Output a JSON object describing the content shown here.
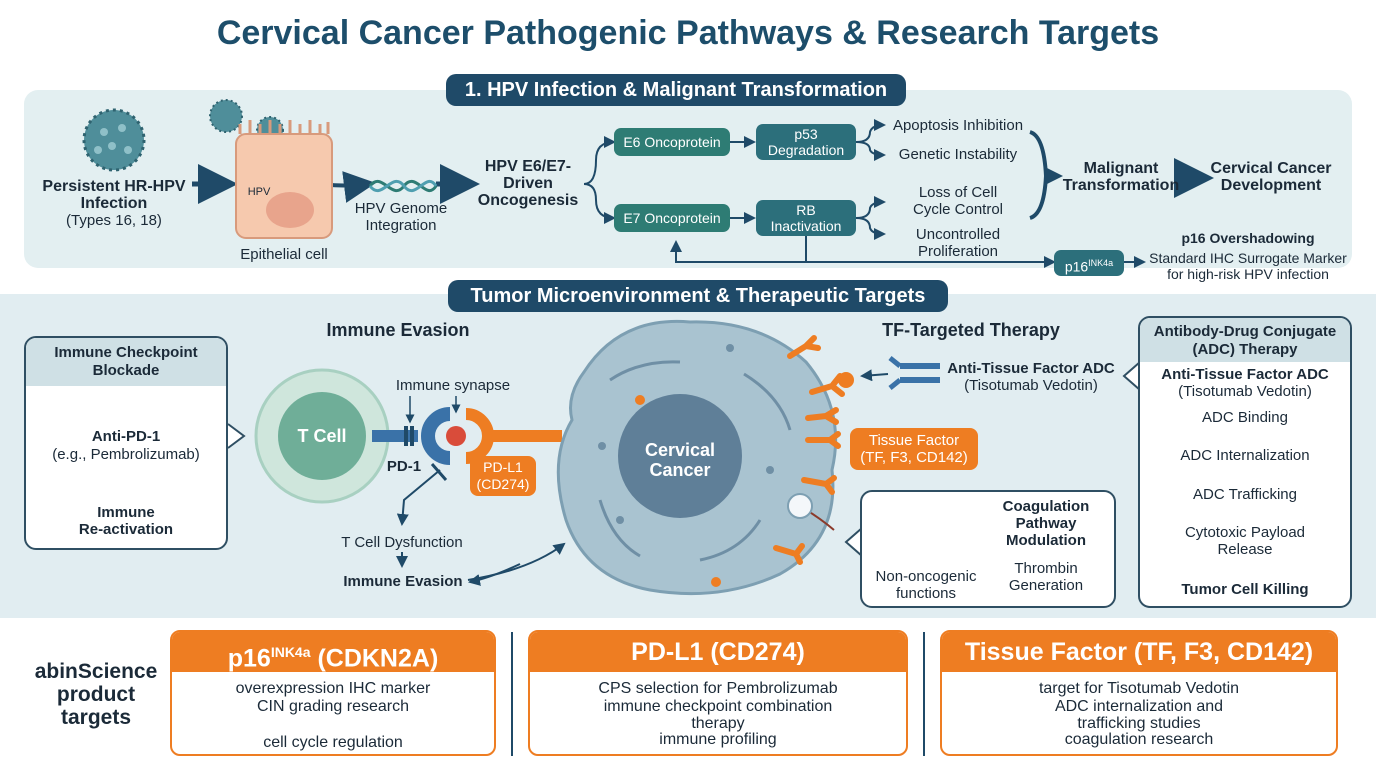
{
  "title": "Cervical Cancer Pathogenic Pathways & Research Targets",
  "section1": {
    "header": "1. HPV Infection & Malignant Transformation",
    "persistent_line1": "Persistent HR-HPV",
    "persistent_line2": "Infection",
    "persistent_line3": "(Types 16, 18)",
    "hpv_label": "HPV",
    "epithelial_cell": "Epithelial cell",
    "genome_line1": "HPV Genome",
    "genome_line2": "Integration",
    "oncogenesis_line1": "HPV E6/E7-",
    "oncogenesis_line2": "Driven",
    "oncogenesis_line3": "Oncogenesis",
    "e6": "E6 Oncoprotein",
    "e7": "E7 Oncoprotein",
    "p53_line1": "p53",
    "p53_line2": "Degradation",
    "rb_line1": "RB",
    "rb_line2": "Inactivation",
    "apoptosis": "Apoptosis Inhibition",
    "genetic": "Genetic Instability",
    "loss_line1": "Loss of Cell",
    "loss_line2": "Cycle Control",
    "uncontrolled_line1": "Uncontrolled",
    "uncontrolled_line2": "Proliferation",
    "malignant_line1": "Malignant",
    "malignant_line2": "Transformation",
    "development_line1": "Cervical Cancer",
    "development_line2": "Development",
    "p16_box": "p16",
    "p16_box_sup": "INK4a",
    "p16_title": "p16 Overshadowing",
    "p16_line1": "Standard IHC Surrogate Marker",
    "p16_line2": "for high-risk HPV infection"
  },
  "section2": {
    "header": "Tumor Microenvironment & Therapeutic Targets",
    "immune_evasion_title": "Immune Evasion",
    "tf_title": "TF-Targeted Therapy",
    "checkpoint_head_line1": "Immune Checkpoint",
    "checkpoint_head_line2": "Blockade",
    "anti_pd1": "Anti-PD-1",
    "anti_pd1_example": "(e.g., Pembrolizumab)",
    "reactivation_line1": "Immune",
    "reactivation_line2": "Re-activation",
    "tcell": "T Cell",
    "synapse": "Immune synapse",
    "pd1": "PD-1",
    "pdl1_line1": "PD-L1",
    "pdl1_line2": "(CD274)",
    "dysfunction": "T Cell Dysfunction",
    "evasion": "Immune Evasion",
    "cancer_line1": "Cervical",
    "cancer_line2": "Cancer",
    "anti_tf_line1": "Anti-Tissue Factor ADC",
    "anti_tf_line2": "(Tisotumab Vedotin)",
    "tissue_factor_line1": "Tissue Factor",
    "tissue_factor_line2": "(TF, F3, CD142)",
    "coag_line1": "Coagulation",
    "coag_line2": "Pathway",
    "coag_line3": "Modulation",
    "thrombin_line1": "Thrombin",
    "thrombin_line2": "Generation",
    "nononco_line1": "Non-oncogenic",
    "nononco_line2": "functions",
    "adc_head_line1": "Antibody-Drug Conjugate",
    "adc_head_line2": "(ADC) Therapy",
    "adc_name_line1": "Anti-Tissue Factor ADC",
    "adc_name_line2": "(Tisotumab Vedotin)",
    "adc_steps": [
      "ADC Binding",
      "ADC Internalization",
      "ADC Trafficking"
    ],
    "payload_line1": "Cytotoxic Payload",
    "payload_line2": "Release",
    "killing": "Tumor Cell Killing"
  },
  "bottom": {
    "label_line1": "abinScience",
    "label_line2": "product",
    "label_line3": "targets",
    "card1": {
      "title_main": "p16",
      "title_sup": "INK4a",
      "title_rest": " (CDKN2A)",
      "lines": [
        "overexpression IHC marker",
        "CIN grading research",
        "cell cycle regulation"
      ]
    },
    "card2": {
      "title": "PD-L1 (CD274)",
      "lines": [
        "CPS selection for Pembrolizumab",
        "immune checkpoint combination",
        "therapy",
        "immune profiling"
      ]
    },
    "card3": {
      "title": "Tissue Factor (TF, F3, CD142)",
      "lines": [
        "target for Tisotumab Vedotin",
        "ADC internalization and",
        "trafficking studies",
        "coagulation research"
      ]
    }
  },
  "colors": {
    "navy": "#1f4a68",
    "teal_box": "#2e7c74",
    "orange": "#ee7d22",
    "panel_bg": "#e3eff1"
  }
}
